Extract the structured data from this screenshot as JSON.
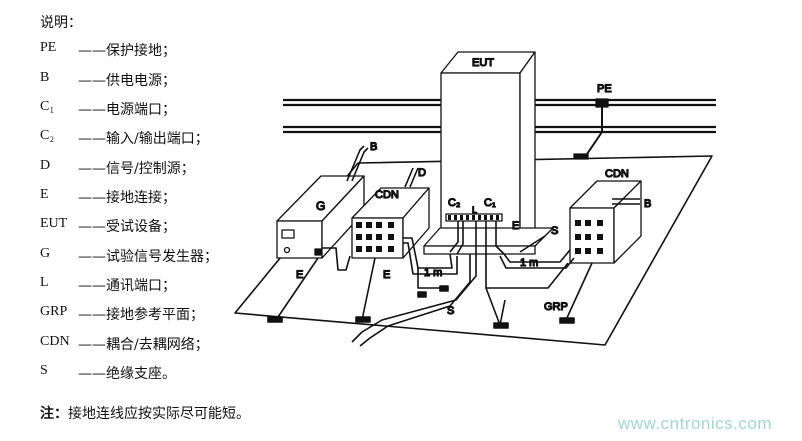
{
  "legend": {
    "title": "说明：",
    "items": [
      {
        "abbr": "PE",
        "desc": "——保护接地；"
      },
      {
        "abbr": "B",
        "desc": "——供电电源；"
      },
      {
        "abbr": "C₁",
        "desc": "——电源端口；"
      },
      {
        "abbr": "C₂",
        "desc": "——输入/输出端口；"
      },
      {
        "abbr": "D",
        "desc": "——信号/控制源；"
      },
      {
        "abbr": "E",
        "desc": "——接地连接；"
      },
      {
        "abbr": "EUT",
        "desc": "——受试设备；"
      },
      {
        "abbr": "G",
        "desc": "——试验信号发生器；"
      },
      {
        "abbr": "L",
        "desc": "——通讯端口；"
      },
      {
        "abbr": "GRP",
        "desc": "——接地参考平面；"
      },
      {
        "abbr": "CDN",
        "desc": "——耦合/去耦网络；"
      },
      {
        "abbr": "S",
        "desc": "——绝缘支座。"
      }
    ],
    "note_prefix": "注：",
    "note_text": "接地连线应按实际尽可能短。"
  },
  "diagram": {
    "eut": "EUT",
    "pe": "PE",
    "b_top": "B",
    "b_right": "B",
    "d": "D",
    "g": "G",
    "cdn_left": "CDN",
    "cdn_right": "CDN",
    "c2": "C₂",
    "c1": "C₁",
    "l": "L",
    "e_eut": "E",
    "s_right": "S",
    "e_g": "E",
    "e_cdn": "E",
    "one_m_left": "1 m",
    "one_m_right": "1 m",
    "s_bottom": "S",
    "grp": "GRP"
  },
  "watermark": "www.cntronics.com"
}
